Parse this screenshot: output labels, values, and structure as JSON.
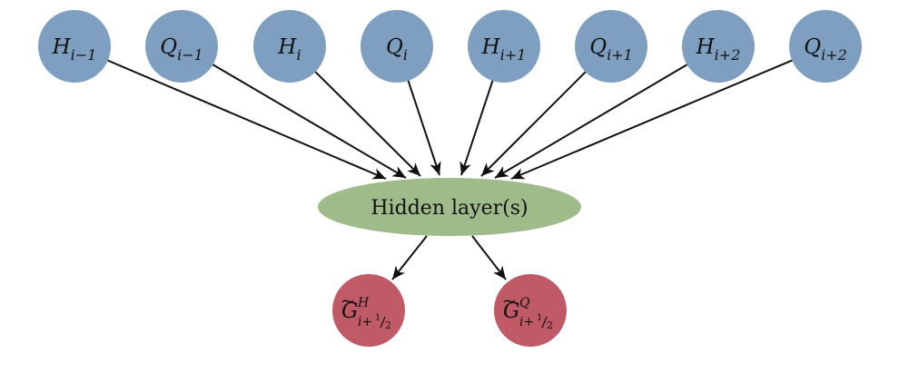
{
  "colors": {
    "input_node": "#7f9fc0",
    "hidden_node": "#9fbb8a",
    "output_node": "#c05a66",
    "edge": "#111111"
  },
  "inputs": [
    {
      "id": "H_im1",
      "base": "H",
      "sub": "i−1"
    },
    {
      "id": "Q_im1",
      "base": "Q",
      "sub": "i−1"
    },
    {
      "id": "H_i",
      "base": "H",
      "sub": "i"
    },
    {
      "id": "Q_i",
      "base": "Q",
      "sub": "i"
    },
    {
      "id": "H_ip1",
      "base": "H",
      "sub": "i+1"
    },
    {
      "id": "Q_ip1",
      "base": "Q",
      "sub": "i+1"
    },
    {
      "id": "H_ip2",
      "base": "H",
      "sub": "i+2"
    },
    {
      "id": "Q_ip2",
      "base": "Q",
      "sub": "i+2"
    }
  ],
  "hidden": {
    "label": "Hidden layer(s)"
  },
  "outputs": [
    {
      "id": "G_H",
      "base": "G",
      "accent": "~",
      "sup": "H",
      "sub_main": "i+",
      "frac_num": "1",
      "frac_den": "2"
    },
    {
      "id": "G_Q",
      "base": "G",
      "accent": "~",
      "sup": "Q",
      "sub_main": "i+",
      "frac_num": "1",
      "frac_den": "2"
    }
  ]
}
